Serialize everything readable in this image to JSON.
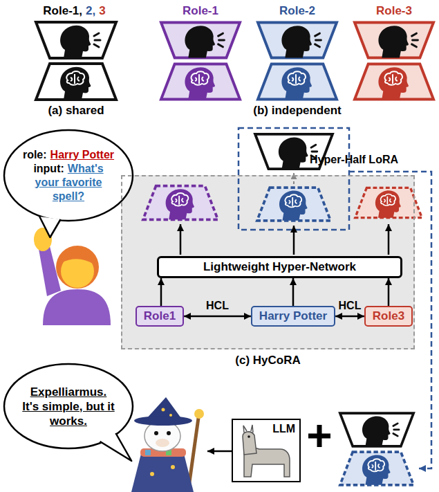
{
  "diagram": {
    "nodes": [
      {
        "text": [
          "role:",
          "Harry Potter",
          "input:",
          "What's your favorite spell?"
        ]
      },
      {
        "text": [
          "(c) HyCoRA"
        ]
      },
      {
        "text": [
          "Lightweight Hyper-Network"
        ],
        "in": 1
      },
      {
        "text": [
          "Role1"
        ],
        "in": 1
      },
      {
        "text": [
          "Harry Potter"
        ],
        "in": 1
      },
      {
        "text": [
          "Role3"
        ],
        "in": 1
      },
      {
        "text": [
          "Expelliarmus. It's simple, but it works."
        ]
      },
      {
        "text": [
          "LLM"
        ]
      }
    ],
    "edges": [
      {
        "from": 3,
        "to": 2,
        "arrow": "to"
      },
      {
        "from": 4,
        "to": 2,
        "arrow": "to"
      },
      {
        "from": 5,
        "to": 2,
        "arrow": "to"
      },
      {
        "from": 3,
        "to": 4,
        "label": "HCL",
        "arrow": "both"
      },
      {
        "from": 4,
        "to": 5,
        "label": "HCL",
        "arrow": "both"
      }
    ],
    "labels": [
      "Role-1,",
      "2,",
      "3",
      "Role-1",
      "Role-2",
      "Role-3",
      "(a) shared",
      "(b) independent",
      "Hyper-Half LoRA"
    ]
  }
}
